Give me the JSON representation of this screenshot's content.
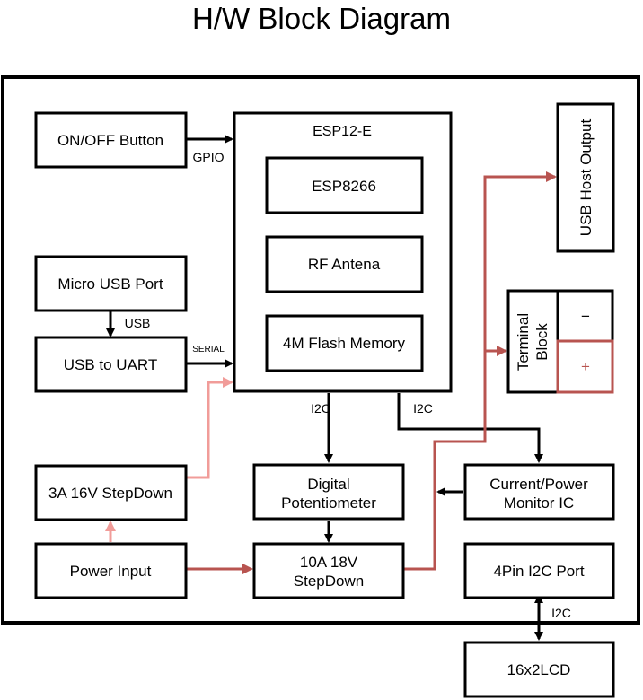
{
  "title": "H/W Block Diagram",
  "blocks": {
    "onoff": "ON/OFF Button",
    "micro_usb": "Micro USB Port",
    "usb_uart": "USB to UART",
    "stepdown3a": "3A 16V StepDown",
    "power_input": "Power Input",
    "esp12e": "ESP12-E",
    "esp8266": "ESP8266",
    "rf_antenna": "RF Antena",
    "flash": "4M Flash Memory",
    "digital_pot": [
      "Digital",
      "Potentiometer"
    ],
    "stepdown10a": [
      "10A 18V",
      "StepDown"
    ],
    "usb_host": "USB Host Output",
    "terminal": [
      "Terminal",
      "Block"
    ],
    "terminal_minus": "−",
    "terminal_plus": "+",
    "current_monitor": [
      "Current/Power",
      "Monitor IC"
    ],
    "i2c_port": "4Pin I2C Port",
    "lcd": "16x2LCD"
  },
  "connections": {
    "gpio": "GPIO",
    "usb": "USB",
    "serial": "SERIAL",
    "i2c_left": "I2C",
    "i2c_right": "I2C",
    "i2c_lcd": "I2C"
  },
  "colors": {
    "black": "#000000",
    "power_dark": "#b85450",
    "power_light": "#f19c99"
  }
}
